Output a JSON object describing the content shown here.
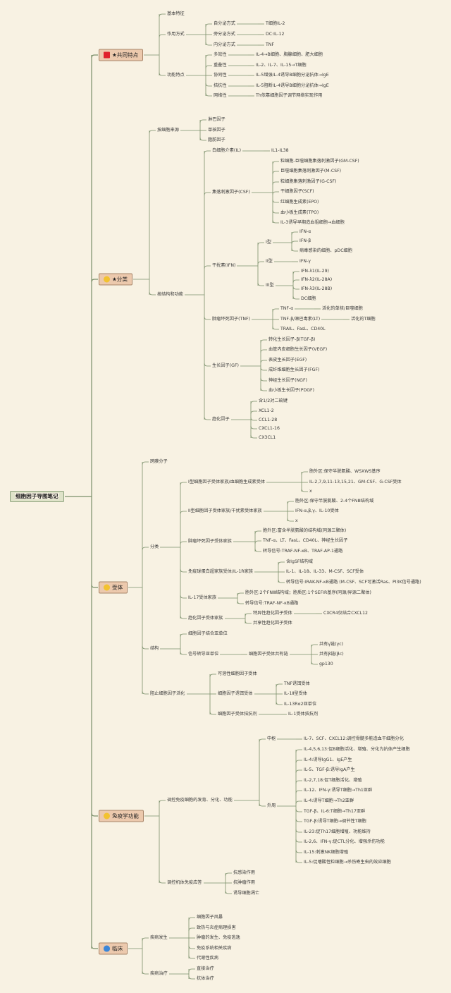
{
  "mindmap": {
    "text": "细胞因子导图笔记",
    "children": [
      {
        "text": "★共同特点",
        "icon": "red-square-icon",
        "children": [
          {
            "text": "基本特征"
          },
          {
            "text": "作用方式",
            "children": [
              {
                "text": "自分泌方式",
                "children": [
                  {
                    "text": "T细胞IL-2"
                  }
                ]
              },
              {
                "text": "旁分泌方式",
                "children": [
                  {
                    "text": "DC:IL-12"
                  }
                ]
              },
              {
                "text": "内分泌方式",
                "children": [
                  {
                    "text": "TNF"
                  }
                ]
              }
            ]
          },
          {
            "text": "功能特点",
            "children": [
              {
                "text": "多效性",
                "children": [
                  {
                    "text": "IL-4→B细胞、胸腺细胞、肥大细胞"
                  }
                ]
              },
              {
                "text": "重叠性",
                "children": [
                  {
                    "text": "IL-2、IL-7、IL-15→T细胞"
                  }
                ]
              },
              {
                "text": "协同性",
                "children": [
                  {
                    "text": "IL-5增强IL-4诱导B细胞分泌抗体→IgE"
                  }
                ]
              },
              {
                "text": "拮抗性",
                "children": [
                  {
                    "text": "IL-5阻断IL-4诱导B细胞分泌抗体→IgE"
                  }
                ]
              },
              {
                "text": "网络性",
                "children": [
                  {
                    "text": "Th依靠细胞因子调节网络实现作用"
                  }
                ]
              }
            ]
          }
        ]
      },
      {
        "text": "★分类",
        "icon": "yellow-star-icon",
        "children": [
          {
            "text": "按细胞来源",
            "children": [
              {
                "text": "淋巴因子"
              },
              {
                "text": "单核因子"
              },
              {
                "text": "脂肪因子"
              }
            ]
          },
          {
            "text": "按结构和功能",
            "children": [
              {
                "text": "白细胞介素(IL)",
                "children": [
                  {
                    "text": "IL1-IL38"
                  }
                ]
              },
              {
                "text": "集落刺激因子(CSF)",
                "children": [
                  {
                    "text": "粒细胞-巨噬细胞集落刺激因子(GM-CSF)"
                  },
                  {
                    "text": "巨噬细胞集落刺激因子(M-CSF)"
                  },
                  {
                    "text": "粒细胞集落刺激因子(G-CSF)"
                  },
                  {
                    "text": "干细胞因子(SCF)"
                  },
                  {
                    "text": "红细胞生成素(EPO)"
                  },
                  {
                    "text": "血小板生成素(TPO)"
                  },
                  {
                    "text": "IL-3诱导早期造血祖细胞→血细胞"
                  }
                ]
              },
              {
                "text": "干扰素(IFN)",
                "children": [
                  {
                    "text": "I型",
                    "children": [
                      {
                        "text": "IFN-α"
                      },
                      {
                        "text": "IFN-β"
                      },
                      {
                        "text": "病毒感染的细胞、pDC细胞"
                      }
                    ]
                  },
                  {
                    "text": "II型",
                    "children": [
                      {
                        "text": "IFN-γ"
                      }
                    ]
                  },
                  {
                    "text": "III型",
                    "children": [
                      {
                        "text": "IFN-λ1(IL-29)"
                      },
                      {
                        "text": "IFN-λ2(IL-28A)"
                      },
                      {
                        "text": "IFN-λ3(IL-28B)"
                      },
                      {
                        "text": "DC细胞"
                      }
                    ]
                  }
                ]
              },
              {
                "text": "肿瘤坏死因子(TNF)",
                "children": [
                  {
                    "text": "TNF-α",
                    "children": [
                      {
                        "text": "活化的单核/巨噬细胞"
                      }
                    ]
                  },
                  {
                    "text": "TNF-β/淋巴毒素(LT)",
                    "children": [
                      {
                        "text": "活化的T细胞"
                      }
                    ]
                  },
                  {
                    "text": "TRAIL、FasL、CD40L"
                  }
                ]
              },
              {
                "text": "生长因子(GF)",
                "children": [
                  {
                    "text": "转化生长因子-β(TGF-β)"
                  },
                  {
                    "text": "血管内皮细胞生长因子(VEGF)"
                  },
                  {
                    "text": "表皮生长因子(EGF)"
                  },
                  {
                    "text": "成纤维细胞生长因子(FGF)"
                  },
                  {
                    "text": "神经生长因子(NGF)"
                  },
                  {
                    "text": "血小板生长因子(PDGF)"
                  }
                ]
              },
              {
                "text": "趋化因子",
                "children": [
                  {
                    "text": "含1/2对二硫键"
                  },
                  {
                    "text": "XCL1-2"
                  },
                  {
                    "text": "CCL1-28"
                  },
                  {
                    "text": "CXCL1-16"
                  },
                  {
                    "text": "CX3CL1"
                  }
                ]
              }
            ]
          }
        ]
      },
      {
        "text": "受体",
        "icon": "yellow-star-icon",
        "children": [
          {
            "text": "跨膜分子"
          },
          {
            "text": "分类",
            "children": [
              {
                "text": "I型细胞因子受体家族/血细胞生成素受体",
                "children": [
                  {
                    "text": "胞外区:保守半胱氨酸、WSXWS基序"
                  },
                  {
                    "text": "IL-2,7,9,11-13,15,21、GM-CSF、G-CSF受体"
                  },
                  {
                    "text": "x"
                  }
                ]
              },
              {
                "text": "II型细胞因子受体家族/干扰素受体家族",
                "children": [
                  {
                    "text": "胞外区:保守半胱氨酸、2-4个FNⅢ结构域"
                  },
                  {
                    "text": "IFN-α,β,γ、IL-10受体"
                  },
                  {
                    "text": "x"
                  }
                ]
              },
              {
                "text": "肿瘤坏死因子受体家族",
                "children": [
                  {
                    "text": "胞外区:富含半胱氨酸的结构域(同源三聚体)"
                  },
                  {
                    "text": "TNF-α、LT、FasL、CD40L、神经生长因子"
                  },
                  {
                    "text": "转导信号:TRAF-NF-κB、TRAF-AP-1通路"
                  }
                ]
              },
              {
                "text": "免疫球蛋白超家族受体/IL-1R家族",
                "children": [
                  {
                    "text": "含IgSF结构域"
                  },
                  {
                    "text": "IL-1、IL-18、IL-33、M-CSF、SCF受体"
                  },
                  {
                    "text": "转导信号:IRAK-NF-κB通路 (M-CSF、SCF可激活Ras、PI3K信号通路)"
                  }
                ]
              },
              {
                "text": "IL-17受体家族",
                "children": [
                  {
                    "text": "胞外区:2个FNⅢ结构域；胞质区:1个SEFIR基序(同源/异源二聚体)"
                  },
                  {
                    "text": "转导信号:TRAF-NF-κB通路"
                  }
                ]
              },
              {
                "text": "趋化因子受体家族",
                "children": [
                  {
                    "text": "特异性趋化因子受体",
                    "children": [
                      {
                        "text": "CXCR4仅结合CXCL12"
                      }
                    ]
                  },
                  {
                    "text": "共享性趋化因子受体"
                  }
                ]
              }
            ]
          },
          {
            "text": "结构",
            "children": [
              {
                "text": "细胞因子结合亚单位"
              },
              {
                "text": "信号转导亚单位",
                "children": [
                  {
                    "text": "细胞因子受体共有链",
                    "children": [
                      {
                        "text": "共有γ链(γc)"
                      },
                      {
                        "text": "共有β链(βc)"
                      },
                      {
                        "text": "gp130"
                      }
                    ]
                  }
                ]
              }
            ]
          },
          {
            "text": "阻止细胞因子活化",
            "children": [
              {
                "text": "可溶性细胞因子受体"
              },
              {
                "text": "细胞因子诱饵受体",
                "children": [
                  {
                    "text": "TNF诱饵受体"
                  },
                  {
                    "text": "IL-1Ⅱ型受体"
                  },
                  {
                    "text": "IL-13Rα2亚单位"
                  }
                ]
              },
              {
                "text": "细胞因子受体拮抗剂",
                "children": [
                  {
                    "text": "IL-1受体拮抗剂"
                  }
                ]
              }
            ]
          }
        ]
      },
      {
        "text": "免疫学功能",
        "icon": "yellow-star-icon",
        "children": [
          {
            "text": "调控免疫细胞的发育、分化、功能",
            "children": [
              {
                "text": "中枢",
                "children": [
                  {
                    "text": "IL-7、SCF、CXCL12:调控骨髓多能造血干细胞分化"
                  }
                ]
              },
              {
                "text": "外周",
                "children": [
                  {
                    "text": "IL-4,5,6,13:促B细胞活化、增殖、分化为抗体产生细胞"
                  },
                  {
                    "text": "IL-4:诱导IgG1、IgE产生"
                  },
                  {
                    "text": "IL-5、TGF-β:诱导IgA产生"
                  },
                  {
                    "text": "IL-2,7,18:促T细胞活化、增殖"
                  },
                  {
                    "text": "IL-12、IFN-γ:诱导T细胞→Th1亚群"
                  },
                  {
                    "text": "IL-4:诱导T细胞→Th2亚群"
                  },
                  {
                    "text": "TGF-β、IL-6:T细胞→Th17亚群"
                  },
                  {
                    "text": "TGF-β:诱导T细胞→调节性T细胞"
                  },
                  {
                    "text": "IL-23:促Th17细胞增殖、功能维持"
                  },
                  {
                    "text": "IL-2,6、IFN-γ:促CTL分化、增强杀伤功能"
                  },
                  {
                    "text": "IL-15:刺激NK细胞增殖"
                  },
                  {
                    "text": "IL-5:促嗜酸性粒细胞→杀伤寄生虫的效应细胞"
                  }
                ]
              }
            ]
          },
          {
            "text": "调控机体免疫应答",
            "children": [
              {
                "text": "抗感染作用"
              },
              {
                "text": "抗肿瘤作用"
              },
              {
                "text": "诱导细胞凋亡"
              }
            ]
          }
        ]
      },
      {
        "text": "临床",
        "icon": "blue-flame-icon",
        "children": [
          {
            "text": "疾病发生",
            "children": [
              {
                "text": "细胞因子风暴"
              },
              {
                "text": "致热与炎症病理损害"
              },
              {
                "text": "肿瘤的发生、免疫逃逸"
              },
              {
                "text": "免疫系统相关疾病"
              },
              {
                "text": "代谢性疾病"
              }
            ]
          },
          {
            "text": "疾病治疗",
            "children": [
              {
                "text": "直接治疗"
              },
              {
                "text": "抗体治疗"
              }
            ]
          }
        ]
      }
    ]
  },
  "colors": {
    "background": "#f8f2e3",
    "line": "#7a8f6a",
    "root_fill": "#dfe3c9",
    "main_fill": "#ecc9ad",
    "badge_red": "#e0212b",
    "badge_yellow": "#f2c230",
    "badge_blue": "#3b86d8"
  }
}
